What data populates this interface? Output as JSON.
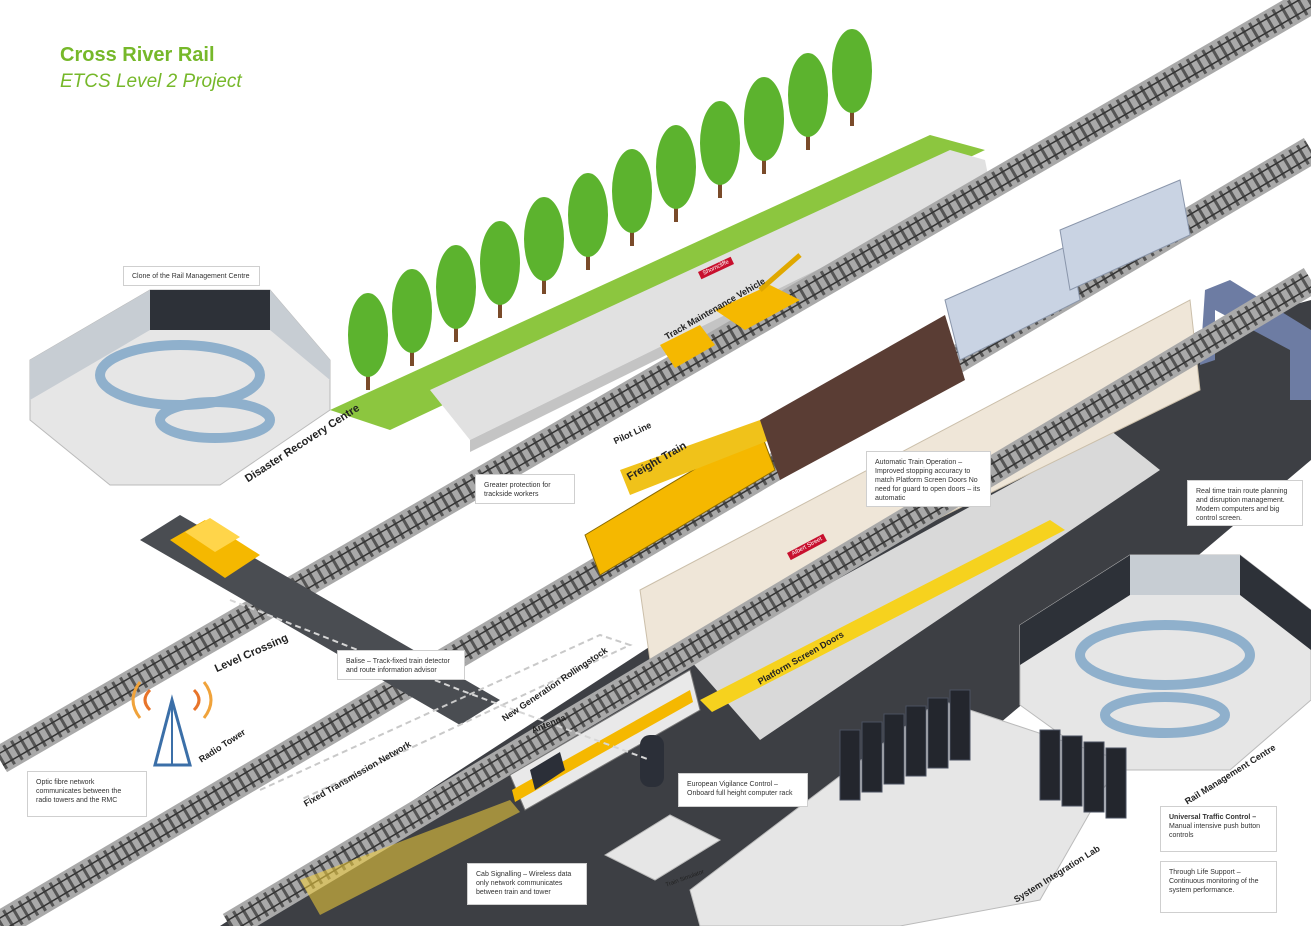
{
  "title": "Cross River Rail",
  "subtitle": "ETCS Level 2 Project",
  "labels": {
    "disaster_recovery_centre": "Disaster Recovery Centre",
    "track_maintenance_vehicle": "Track Maintenance Vehicle",
    "pilot_line": "Pilot Line",
    "freight_train": "Freight Train",
    "level_crossing": "Level Crossing",
    "radio_tower": "Radio Tower",
    "fixed_transmission_network": "Fixed Transmission Network",
    "new_generation_rollingstock": "New Generation Rollingstock",
    "antenna": "Antenna",
    "platform_screen_doors": "Platform Screen Doors",
    "system_integration_lab": "System Integration Lab",
    "rail_management_centre": "Rail Management Centre",
    "train_simulator": "Train Simulator",
    "station_sign_shorncliffe": "Shorncliffe",
    "station_sign_albert_street": "Albert Street"
  },
  "callouts": {
    "clone_rmc": "Clone of the Rail Management Centre",
    "greater_protection": "Greater protection for trackside workers",
    "ato": "Automatic Train Operation – Improved stopping accuracy to match Platform Screen Doors No need for guard to open doors – its automatic",
    "realtime": "Real time train route planning and disruption management. Modern computers and big control screen.",
    "balise": "Balise – Track-fixed train detector and route information advisor",
    "optic_fibre": "Optic fibre network communicates between the radio towers and the RMC",
    "evc": "European Vigilance Control – Onboard full height computer rack",
    "cab_signalling": "Cab Signalling – Wireless data only network communicates between train and tower",
    "utc_title": "Universal Traffic Control –",
    "utc_body": "Manual intensive push button controls",
    "tls": "Through Life Support – Continuous monitoring of the system performance."
  },
  "colors": {
    "accent_green": "#76b82a",
    "tree_green": "#5cb32e",
    "freight_yellow": "#f5b800",
    "freight_brown": "#5a3d34",
    "container_blue": "#c9d3e3",
    "platform_yellow": "#f6d21e",
    "sign_red": "#c8102e",
    "floor_grey": "#e6e6e6"
  }
}
